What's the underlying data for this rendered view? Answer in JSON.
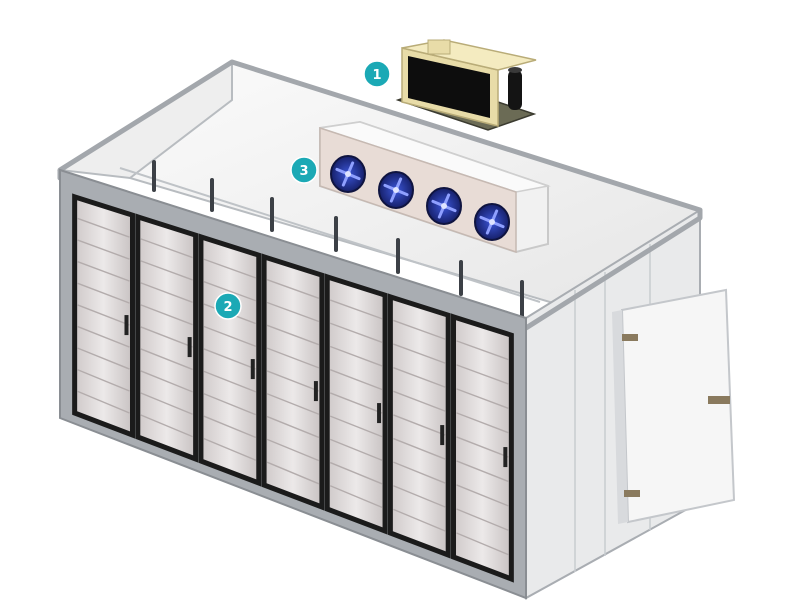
{
  "callouts": [
    {
      "number": "1",
      "target": "condensing-unit"
    },
    {
      "number": "2",
      "target": "glass-door-wall"
    },
    {
      "number": "3",
      "target": "evaporator-unit"
    }
  ],
  "glass_door_count": 7,
  "evaporator_fan_count": 4,
  "colors": {
    "badge": "#1ba9b5",
    "panel_white": "#f3f3f3",
    "frame_gray": "#9a9ea3",
    "door_frame": "#1b1b1b",
    "glass": "#d9d6d6",
    "fan_blue": "#2b3fb8",
    "condenser_tan": "#e8dca8"
  }
}
